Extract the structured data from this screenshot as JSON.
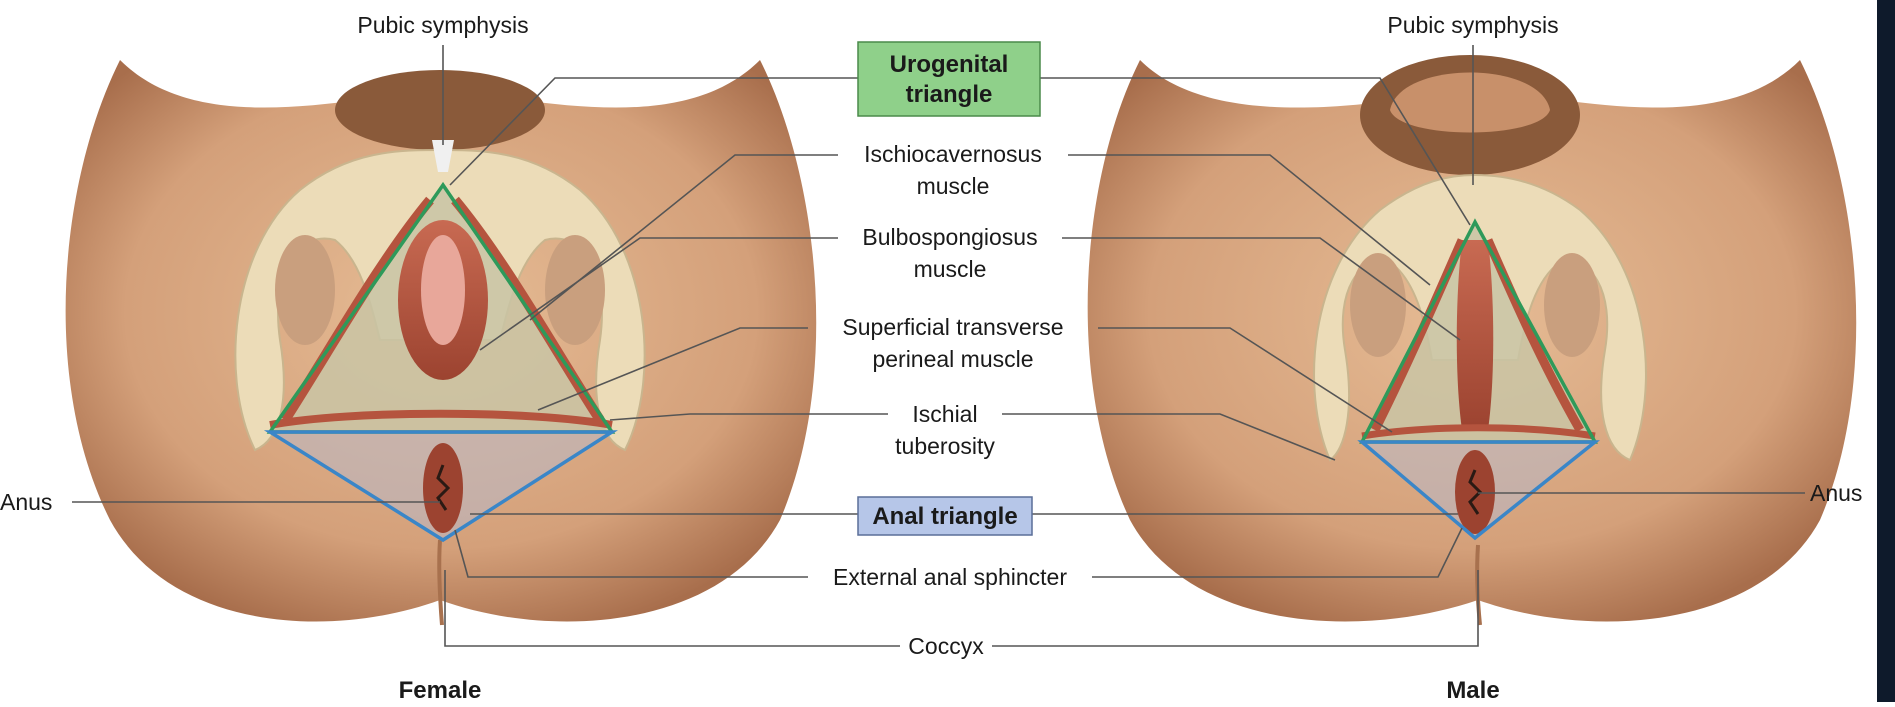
{
  "figure": {
    "left_caption": "Female",
    "right_caption": "Male"
  },
  "labels": {
    "pubic_symphysis_left": "Pubic symphysis",
    "pubic_symphysis_right": "Pubic symphysis",
    "urogenital_triangle": [
      "Urogenital",
      "triangle"
    ],
    "ischiocavernosus": [
      "Ischiocavernosus",
      "muscle"
    ],
    "bulbospongiosus": [
      "Bulbospongiosus",
      "muscle"
    ],
    "superficial_transverse": [
      "Superficial transverse",
      "perineal muscle"
    ],
    "ischial_tuberosity": [
      "Ischial",
      "tuberosity"
    ],
    "anus_left": "Anus",
    "anus_right": "Anus",
    "anal_triangle": "Anal triangle",
    "external_anal_sphincter": "External anal sphincter",
    "coccyx": "Coccyx"
  },
  "colors": {
    "skin": "#d9a87f",
    "skin_shadow": "#b07a55",
    "hair": "#8a5a3a",
    "bone": "#ecdcb8",
    "muscle": "#b5543e",
    "urogenital_box": "#8fd08a",
    "anal_box": "#b6c6e8",
    "urogenital_line": "#2e9a5a",
    "anal_line": "#3a86c8"
  }
}
